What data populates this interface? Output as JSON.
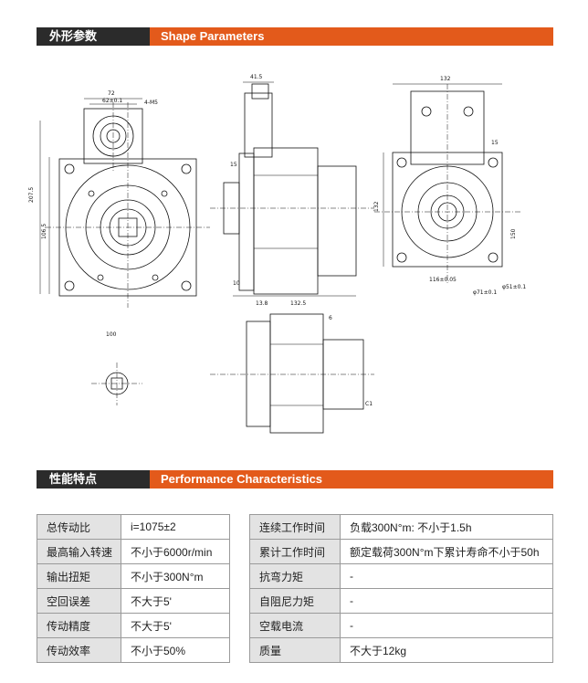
{
  "sections": {
    "shape": {
      "title_cn": "外形参数",
      "title_en": "Shape Parameters"
    },
    "performance": {
      "title_cn": "性能特点",
      "title_en": "Performance Characteristics"
    }
  },
  "drawing_labels": {
    "w72": "72",
    "w62": "62±0.1",
    "w4m5": "4-M5",
    "d2075": "207.5",
    "d1065": "106.5",
    "d100": "100",
    "w415": "41.5",
    "w15": "15",
    "w10": "10",
    "w138": "13.8",
    "w1325": "132.5",
    "w116": "116±0.05",
    "d71": "φ71±0.1",
    "d51": "φ51±0.1",
    "w132": "132",
    "h132": "132",
    "h150": "150",
    "w15b": "15",
    "c1": "C1",
    "r6": "6"
  },
  "performance_table": {
    "left": [
      {
        "label": "总传动比",
        "value": "i=1075±2"
      },
      {
        "label": "最高输入转速",
        "value": "不小于6000r/min"
      },
      {
        "label": "输出扭矩",
        "value": "不小于300N°m"
      },
      {
        "label": "空回误差",
        "value": "不大于5'"
      },
      {
        "label": "传动精度",
        "value": "不大于5'"
      },
      {
        "label": "传动效率",
        "value": "不小于50%"
      }
    ],
    "right": [
      {
        "label": "连续工作时间",
        "value": "负载300N°m:  不小于1.5h"
      },
      {
        "label": "累计工作时间",
        "value": "额定载荷300N°m下累计寿命不小于50h"
      },
      {
        "label": "抗弯力矩",
        "value": "-"
      },
      {
        "label": "自阻尼力矩",
        "value": "-"
      },
      {
        "label": "空载电流",
        "value": "-"
      },
      {
        "label": "质量",
        "value": "不大于12kg"
      }
    ]
  }
}
